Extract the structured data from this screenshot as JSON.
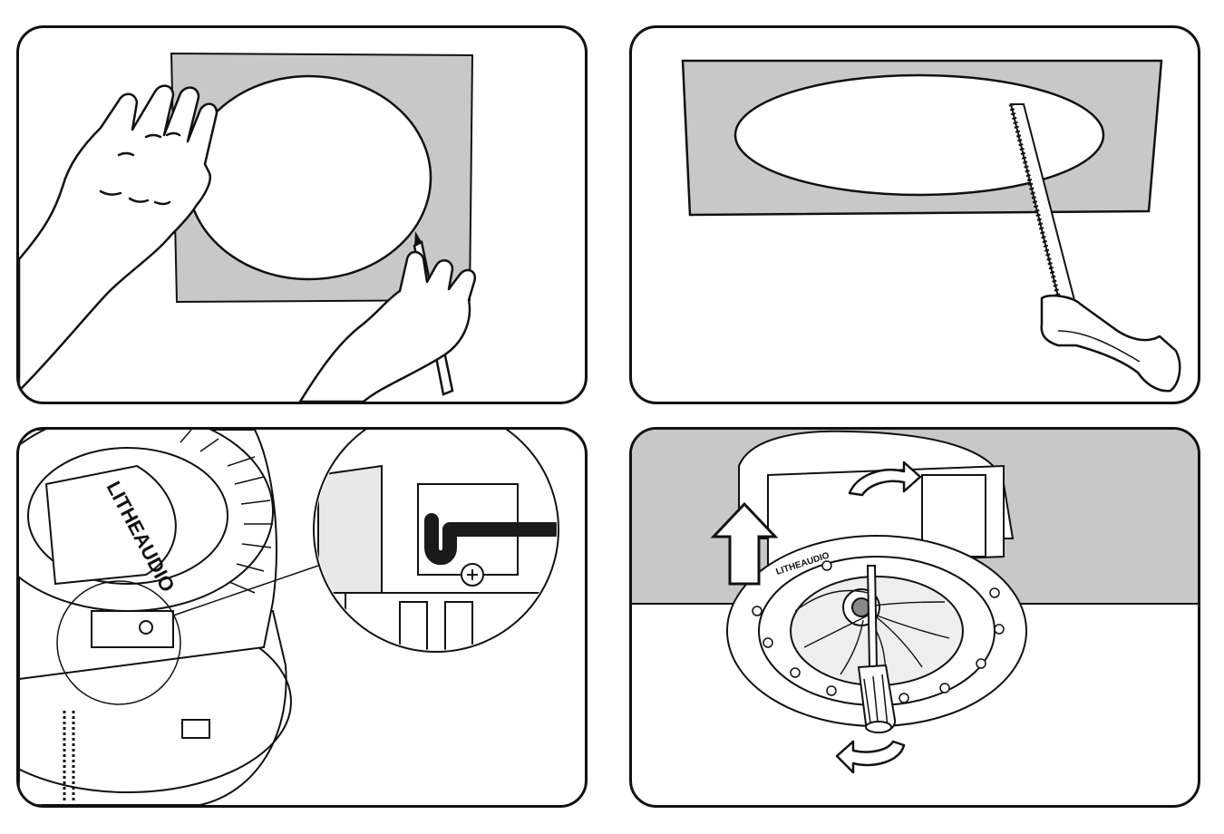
{
  "steps": [
    {
      "id": 1,
      "scene": "trace-template",
      "icons": [
        "hand-icon",
        "pencil-icon",
        "template-icon"
      ]
    },
    {
      "id": 2,
      "scene": "cut-hole",
      "icons": [
        "saw-icon",
        "ceiling-board-icon"
      ]
    },
    {
      "id": 3,
      "scene": "connect-wire",
      "icons": [
        "speaker-icon",
        "magnifier-icon",
        "cable-icon"
      ]
    },
    {
      "id": 4,
      "scene": "mount-speaker",
      "icons": [
        "screwdriver-icon",
        "up-arrow-icon",
        "rotate-arrow-icon"
      ]
    }
  ],
  "brand": {
    "speaker_logo": "LITHEAUDIO",
    "speaker_logo_small": "LITHEAUDIO"
  },
  "colors": {
    "board_gray": "#c8c8c8",
    "line": "#111111",
    "wire": "#1a1a1a"
  }
}
